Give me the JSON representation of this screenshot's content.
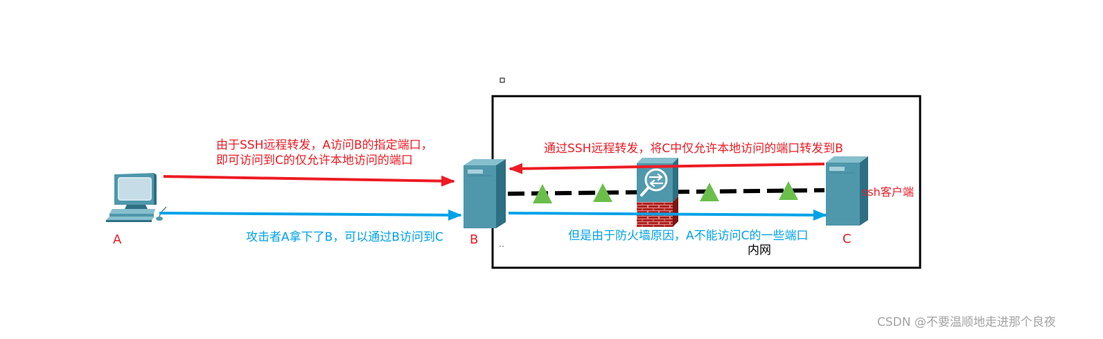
{
  "labels": {
    "a": "A",
    "b": "B",
    "c": "C",
    "ssh_client": "ssh客户端",
    "intranet": "内网"
  },
  "annotations": {
    "forward_line1": "由于SSH远程转发，A访问B的指定端口，",
    "forward_line2": "即可访问到C的仅允许本地访问的端口",
    "attacker": "攻击者A拿下了B，可以通过B访问到C",
    "remote_forward": "通过SSH远程转发，将C中仅允许本地访问的端口转发到B",
    "firewall_block": "但是由于防火墙原因，A不能访问C的一些端口"
  },
  "watermark": "CSDN @不要温顺地走进那个良夜",
  "icons": {
    "host_a": "desktop-computer-icon",
    "host_b": "server-icon",
    "host_c": "server-icon",
    "firewall": "firewall-icon",
    "markers": "green-triangle-icon"
  },
  "colors": {
    "red": "#ed1c24",
    "blue": "#00a2e8",
    "green": "#6abf4b",
    "black": "#000000",
    "watermark": "#a3a3a3",
    "device_front": "#4f97ab",
    "device_top": "#86bfce",
    "device_side": "#2d6f83",
    "brick": "#b0211f",
    "brick_side": "#7a1614"
  }
}
